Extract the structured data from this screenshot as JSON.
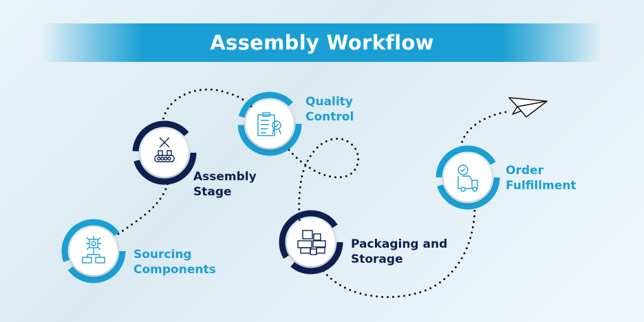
{
  "title": "Assembly Workflow",
  "colors": {
    "accent": "#1a9fd4",
    "dark": "#0d1f4f",
    "background": "#e3eff6"
  },
  "steps": [
    {
      "line1": "Sourcing",
      "line2": "Components",
      "icon": "circuit-hierarchy-icon",
      "tone": "light"
    },
    {
      "line1": "Assembly",
      "line2": "Stage",
      "icon": "tools-conveyor-icon",
      "tone": "dark"
    },
    {
      "line1": "Quality",
      "line2": "Control",
      "icon": "clipboard-badge-icon",
      "tone": "light"
    },
    {
      "line1": "Packaging and",
      "line2": "Storage",
      "icon": "stacked-boxes-icon",
      "tone": "dark"
    },
    {
      "line1": "Order",
      "line2": "Fulfillment",
      "icon": "delivery-truck-check-icon",
      "tone": "light"
    }
  ]
}
